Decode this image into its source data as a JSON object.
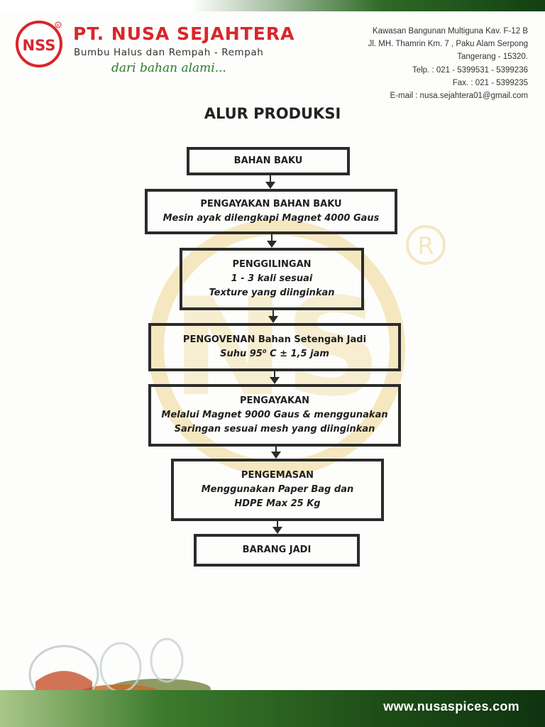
{
  "header": {
    "logo_text": "NSS",
    "company_name": "PT. NUSA SEJAHTERA",
    "tagline": "Bumbu Halus dan Rempah - Rempah",
    "slogan": "dari bahan alami...",
    "address_lines": [
      "Kawasan Bangunan Multiguna Kav. F-12 B",
      "Jl. MH. Thamrin Km. 7 , Paku Alam Serpong",
      "Tangerang - 15320.",
      "Telp. : 021 - 5399531 - 5399236",
      "Fax. : 021 - 5399235",
      "E-mail : nusa.sejahtera01@gmail.com"
    ]
  },
  "title": "ALUR PRODUKSI",
  "flow": [
    {
      "head": "BAHAN BAKU",
      "lines": []
    },
    {
      "head": "PENGAYAKAN BAHAN BAKU",
      "lines": [
        "Mesin ayak dilengkapi Magnet 4000 Gaus"
      ]
    },
    {
      "head": "PENGGILINGAN",
      "lines": [
        "1 - 3 kali sesuai",
        "Texture yang diinginkan"
      ]
    },
    {
      "head": "PENGOVENAN Bahan Setengah Jadi",
      "lines": [
        "Suhu 95⁰ C ± 1,5 jam"
      ]
    },
    {
      "head": "PENGAYAKAN",
      "lines": [
        "Melalui Magnet 9000 Gaus & menggunakan",
        "Saringan sesuai mesh yang diinginkan"
      ]
    },
    {
      "head": "PENGEMASAN",
      "lines": [
        "Menggunakan Paper Bag dan",
        "HDPE Max 25 Kg"
      ]
    },
    {
      "head": "BARANG JADI",
      "lines": []
    }
  ],
  "footer": {
    "website": "www.nusaspices.com"
  },
  "colors": {
    "brand_red": "#d9262b",
    "brand_green": "#2a7a2a",
    "watermark": "#f3e4b8"
  }
}
